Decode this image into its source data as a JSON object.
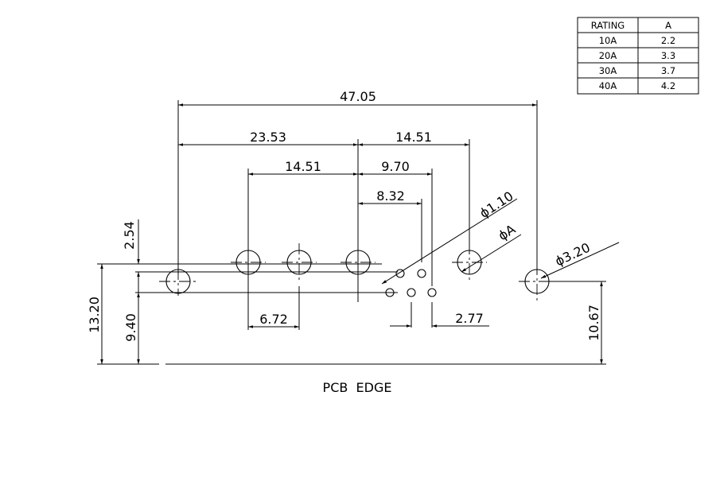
{
  "rating_table": {
    "headers": [
      "RATING",
      "A"
    ],
    "rows": [
      [
        "10A",
        "2.2"
      ],
      [
        "20A",
        "3.3"
      ],
      [
        "30A",
        "3.7"
      ],
      [
        "40A",
        "4.2"
      ]
    ]
  },
  "dimensions": {
    "overall_width": "47.05",
    "left_to_center": "23.53",
    "center_to_right": "14.51",
    "left_pitch": "14.51",
    "center_to_pin": "9.70",
    "center_to_pin2": "8.32",
    "hole_pitch": "6.72",
    "pin_pitch": "2.77",
    "hole_dia_small": "ϕ1.10",
    "hole_dia_a": "ϕA",
    "hole_dia_mount": "ϕ3.20",
    "vertical_upper": "2.54",
    "vertical_total": "13.20",
    "vertical_lower": "9.40",
    "vertical_right": "10.67"
  },
  "labels": {
    "pcb_edge": "PCB  EDGE"
  }
}
